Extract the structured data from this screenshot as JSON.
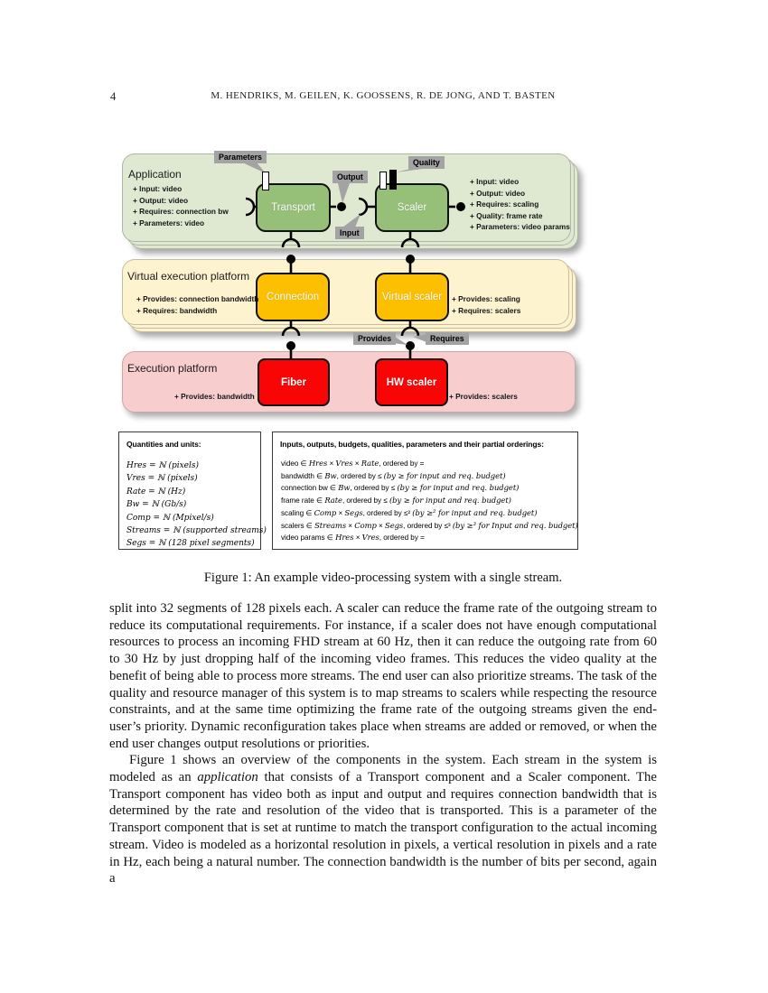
{
  "page": {
    "number": "4",
    "running_header": "M. HENDRIKS, M. GEILEN, K. GOOSSENS, R. DE JONG, AND T. BASTEN"
  },
  "colors": {
    "application_panel": "#dfe9d2",
    "application_component": "#96c078",
    "virtual_panel": "#fdf3cf",
    "virtual_component": "#fdc000",
    "execution_panel": "#f7cdcd",
    "execution_component": "#fa0505",
    "callout_bg": "#a3a3a3"
  },
  "figure": {
    "caption": "Figure 1: An example video-processing system with a single stream.",
    "application": {
      "title": "Application",
      "transport_label": "Transport",
      "scaler_label": "Scaler",
      "left_props": [
        "+ Input: video",
        "+ Output: video",
        "+ Requires: connection bw",
        "+ Parameters: video"
      ],
      "right_props": [
        "+ Input: video",
        "+ Output: video",
        "+ Requires: scaling",
        "+ Quality: frame rate",
        "+ Parameters: video params"
      ]
    },
    "virtual_platform": {
      "title": "Virtual execution platform",
      "connection_label": "Connection",
      "virtual_scaler_label": "Virtual scaler",
      "left_props": [
        "+ Provides: connection bandwidth",
        "+ Requires: bandwidth"
      ],
      "right_props": [
        "+ Provides: scaling",
        "+ Requires: scalers"
      ]
    },
    "execution_platform": {
      "title": "Execution platform",
      "fiber_label": "Fiber",
      "hw_scaler_label": "HW scaler",
      "left_prop": "+ Provides: bandwidth",
      "right_prop": "+ Provides: scalers"
    },
    "callouts": {
      "parameters": "Parameters",
      "output": "Output",
      "input": "Input",
      "quality": "Quality",
      "provides": "Provides",
      "requires": "Requires"
    }
  },
  "quantities_box": {
    "title": "Quantities and units:",
    "items": [
      "Hres = ℕ (pixels)",
      "Vres = ℕ (pixels)",
      "Rate = ℕ (Hz)",
      "Bw = ℕ (Gb/s)",
      "Comp = ℕ (Mpixel/s)",
      "Streams = ℕ (supported streams)",
      "Segs = ℕ (128 pixel segments)"
    ]
  },
  "orderings_box": {
    "title": "Inputs, outputs, budgets, qualities, parameters and their partial orderings:",
    "items": [
      "video ∈ Hres × Vres × Rate, ordered by =",
      "bandwidth ∈ Bw, ordered by ≤ (by ≥ for input and req. budget)",
      "connection bw ∈ Bw, ordered by ≤ (by ≥ for input and req. budget)",
      "frame rate ∈ Rate, ordered by ≤ (by ≥ for input and req. budget)",
      "scaling ∈ Comp × Segs, ordered by ≤² (by ≥² for input and req. budget)",
      "scalers ∈ Streams × Comp × Segs, ordered by ≤³ (by ≥³ for Input and req. budget)",
      "video params ∈ Hres × Vres, ordered by ="
    ]
  },
  "body": {
    "p1": "split into 32 segments of 128 pixels each. A scaler can reduce the frame rate of the outgoing stream to reduce its computational requirements. For instance, if a scaler does not have enough computational resources to process an incoming FHD stream at 60 Hz, then it can reduce the outgoing rate from 60 to 30 Hz by just dropping half of the incoming video frames. This reduces the video quality at the benefit of being able to process more streams. The end user can also prioritize streams. The task of the quality and resource manager of this system is to map streams to scalers while respecting the resource constraints, and at the same time optimizing the frame rate of the outgoing streams given the end-user’s priority. Dynamic reconfiguration takes place when streams are added or removed, or when the end user changes output resolutions or priorities.",
    "p2_before": "Figure 1 shows an overview of the components in the system. Each stream in the system is modeled as an ",
    "p2_italic": "application",
    "p2_after": " that consists of a Transport component and a Scaler component. The Transport component has video both as input and output and requires connection bandwidth that is determined by the rate and resolution of the video that is transported. This is a parameter of the Transport component that is set at runtime to match the transport configuration to the actual incoming stream. Video is modeled as a horizontal resolution in pixels, a vertical resolution in pixels and a rate in Hz, each being a natural number. The connection bandwidth is the number of bits per second, again a"
  }
}
